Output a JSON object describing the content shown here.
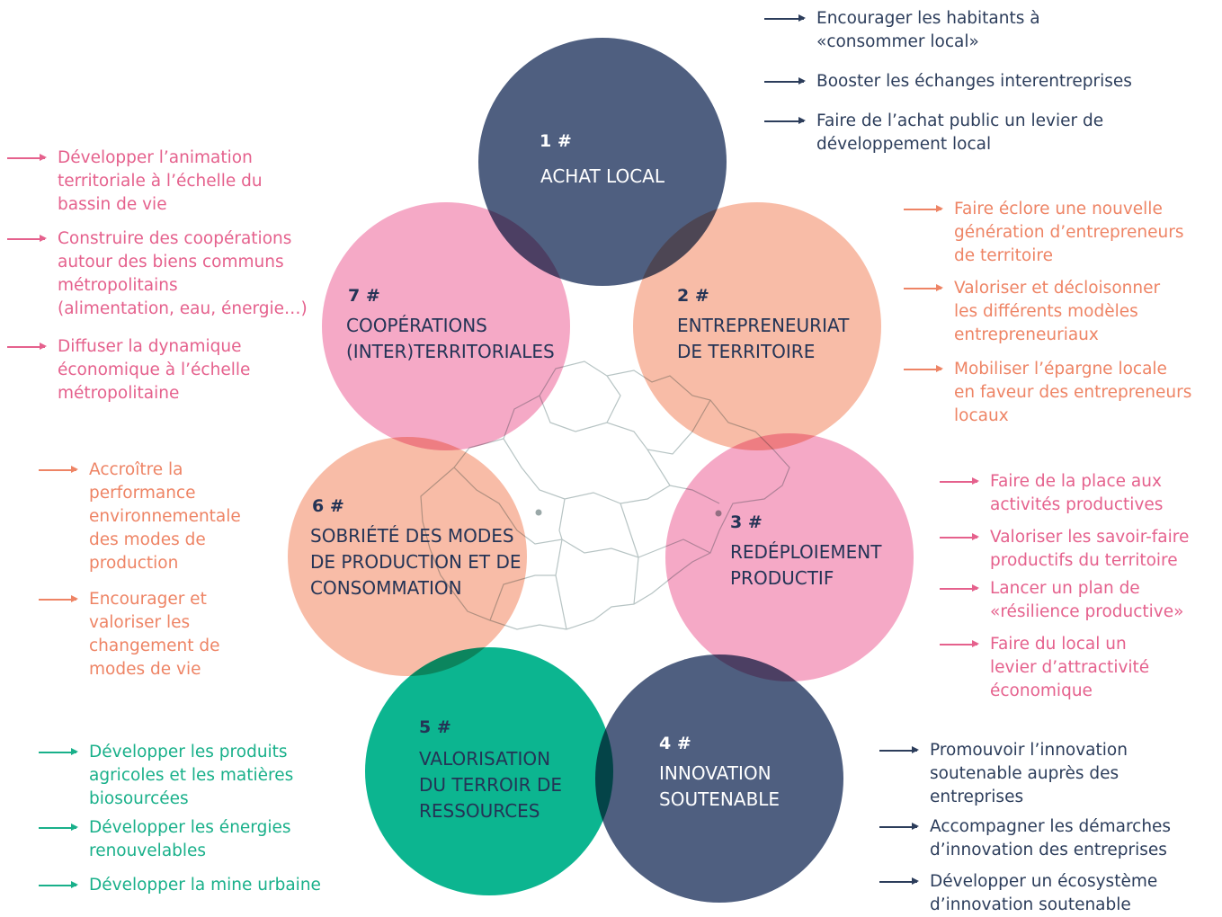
{
  "colors": {
    "navy": "#4f5f80",
    "navy_text": "#2c3d5b",
    "pink": "#f5a9c6",
    "pink_text": "#e5618d",
    "salmon": "#f8bca7",
    "salmon_text": "#ee8465",
    "green": "#0cb590",
    "green_text": "#19b08a",
    "map_line": "#b7c4c4"
  },
  "circles": [
    {
      "num": "1 #",
      "title": "ACHAT LOCAL",
      "color": "navy",
      "title_color": "#ffffff",
      "num_color": "#ffffff"
    },
    {
      "num": "2 #",
      "title": "ENTREPRENEURIAT\nDE TERRITOIRE",
      "color": "salmon",
      "title_color": "#243456",
      "num_color": "#243456"
    },
    {
      "num": "3 #",
      "title": "REDÉPLOIEMENT\nPRODUCTIF",
      "color": "pink",
      "title_color": "#243456",
      "num_color": "#243456"
    },
    {
      "num": "4 #",
      "title": "INNOVATION\nSOUTENABLE",
      "color": "navy",
      "title_color": "#ffffff",
      "num_color": "#ffffff"
    },
    {
      "num": "5 #",
      "title": "VALORISATION\nDU TERROIR DE\nRESSOURCES",
      "color": "green",
      "title_color": "#243456",
      "num_color": "#243456"
    },
    {
      "num": "6 #",
      "title": "SOBRIÉTÉ DES MODES\nDE PRODUCTION ET DE\nCONSOMMATION",
      "color": "salmon",
      "title_color": "#243456",
      "num_color": "#243456"
    },
    {
      "num": "7 #",
      "title": "COOPÉRATIONS\n(INTER)TERRITORIALES",
      "color": "pink",
      "title_color": "#243456",
      "num_color": "#243456"
    }
  ],
  "lists": [
    {
      "color": "navy_text",
      "items": [
        "Encourager les habitants à\n«consommer local»",
        "Booster les échanges interentreprises",
        "Faire de l’achat public un levier de\ndéveloppement local"
      ]
    },
    {
      "color": "salmon_text",
      "items": [
        "Faire éclore une nouvelle\ngénération d’entrepreneurs\nde territoire",
        "Valoriser et décloisonner\nles différents modèles\nentrepreneuriaux",
        "Mobiliser l’épargne locale\nen faveur des entrepreneurs\nlocaux"
      ]
    },
    {
      "color": "pink_text",
      "items": [
        "Faire de la place aux\nactivités productives",
        "Valoriser les savoir-faire\nproductifs du territoire",
        "Lancer un plan de\n«résilience productive»",
        "Faire du local un\nlevier d’attractivité\néconomique"
      ]
    },
    {
      "color": "navy_text",
      "items": [
        "Promouvoir l’innovation\nsoutenable auprès des\nentreprises",
        "Accompagner les démarches\nd’innovation des entreprises",
        "Développer un écosystème\nd’innovation soutenable"
      ]
    },
    {
      "color": "green_text",
      "items": [
        "Développer les produits\nagricoles et les matières\nbiosourcées",
        "Développer les énergies\nrenouvelables",
        "Développer la mine urbaine"
      ]
    },
    {
      "color": "salmon_text",
      "items": [
        "Accroître la\nperformance\nenvironnementale\ndes modes de\nproduction",
        "Encourager et\nvaloriser les\nchangement de\nmodes de vie"
      ]
    },
    {
      "color": "pink_text",
      "items": [
        "Développer l’animation\nterritoriale à l’échelle du\nbassin de vie",
        "Construire des coopérations\nautour des biens communs\nmétropolitains\n(alimentation, eau, énergie…)",
        "Diffuser la dynamique\néconomique à l’échelle\nmétropolitaine"
      ]
    }
  ]
}
